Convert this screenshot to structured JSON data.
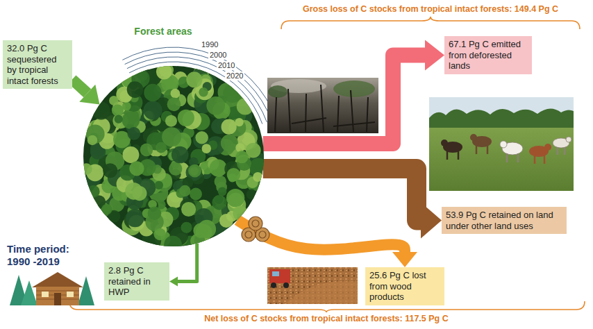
{
  "diagram": {
    "nodes": [
      {
        "text": [
          "32.0 Pg C sequestered by tropical intact forests"
        ]
      },
      {
        "text": [
          "Forest areas"
        ]
      },
      {
        "text": [
          "67.1 Pg C emitted from deforested lands"
        ]
      },
      {
        "text": [
          "53.9 Pg C retained on land under other land uses"
        ]
      },
      {
        "text": [
          "2.8 Pg C retained in HWP"
        ]
      },
      {
        "text": [
          "25.6 Pg C lost from wood products"
        ]
      }
    ],
    "edges": [
      {
        "from": 0,
        "to": 1,
        "arrow": "to"
      },
      {
        "from": 1,
        "to": 2,
        "arrow": "to"
      },
      {
        "from": 1,
        "to": 3,
        "arrow": "to"
      },
      {
        "from": 1,
        "to": 4,
        "arrow": "to"
      },
      {
        "from": 1,
        "to": 5,
        "arrow": "to"
      }
    ],
    "labels": [
      "Gross loss of C stocks from tropical intact forests: 149.4 Pg C",
      "1990",
      "2000",
      "2010",
      "2020",
      "Time period: 1990 -2019",
      "Net loss of C stocks from tropical intact forests: 117.5 Pg C"
    ]
  }
}
